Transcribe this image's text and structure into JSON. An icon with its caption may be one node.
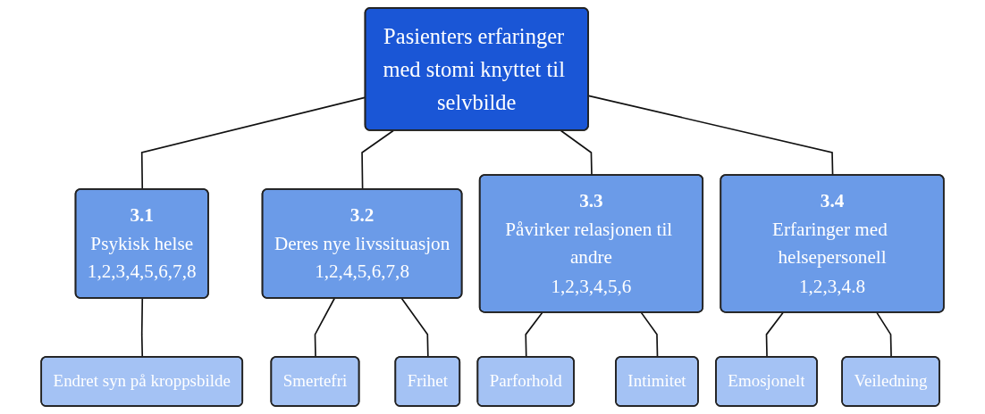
{
  "diagram": {
    "nodes": [
      {
        "text": [
          "Pasienters erfaringer med stomi knyttet til selvbilde"
        ]
      },
      {
        "text": [
          "3.1",
          "Psykisk helse",
          "1,2,3,4,5,6,7,8"
        ]
      },
      {
        "text": [
          "3.2",
          "Deres nye livssituasjon",
          "1,2,4,5,6,7,8"
        ]
      },
      {
        "text": [
          "3.3",
          "Påvirker relasjonen til andre",
          "1,2,3,4,5,6"
        ]
      },
      {
        "text": [
          "3.4",
          "Erfaringer med helsepersonell",
          "1,2,3,4.8"
        ]
      },
      {
        "text": [
          "Endret syn på kroppsbilde"
        ]
      },
      {
        "text": [
          "Smertefri"
        ]
      },
      {
        "text": [
          "Frihet"
        ]
      },
      {
        "text": [
          "Parforhold"
        ]
      },
      {
        "text": [
          "Intimitet"
        ]
      },
      {
        "text": [
          "Emosjonelt"
        ]
      },
      {
        "text": [
          "Veiledning"
        ]
      }
    ],
    "edges": [
      {
        "from": 0,
        "to": 1,
        "arrow": "none"
      },
      {
        "from": 0,
        "to": 2,
        "arrow": "none"
      },
      {
        "from": 0,
        "to": 3,
        "arrow": "none"
      },
      {
        "from": 0,
        "to": 4,
        "arrow": "none"
      },
      {
        "from": 1,
        "to": 5,
        "arrow": "none"
      },
      {
        "from": 2,
        "to": 6,
        "arrow": "none"
      },
      {
        "from": 2,
        "to": 7,
        "arrow": "none"
      },
      {
        "from": 3,
        "to": 8,
        "arrow": "none"
      },
      {
        "from": 3,
        "to": 9,
        "arrow": "none"
      },
      {
        "from": 4,
        "to": 10,
        "arrow": "none"
      },
      {
        "from": 4,
        "to": 11,
        "arrow": "none"
      }
    ]
  }
}
